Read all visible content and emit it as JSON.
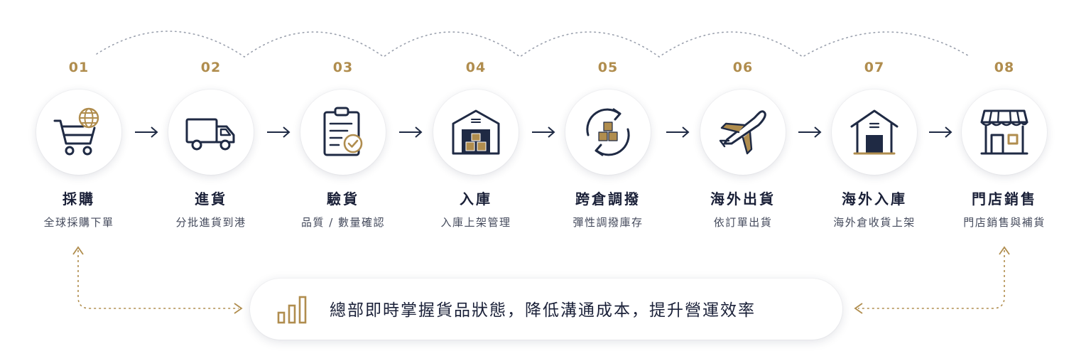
{
  "steps": [
    {
      "num": "01",
      "title": "採購",
      "sub": "全球採購下單",
      "icon": "cart-globe-icon"
    },
    {
      "num": "02",
      "title": "進貨",
      "sub": "分批進貨到港",
      "icon": "truck-icon"
    },
    {
      "num": "03",
      "title": "驗貨",
      "sub": "品質 / 數量確認",
      "icon": "clipboard-check-icon"
    },
    {
      "num": "04",
      "title": "入庫",
      "sub": "入庫上架管理",
      "icon": "warehouse-icon"
    },
    {
      "num": "05",
      "title": "跨倉調撥",
      "sub": "彈性調撥庫存",
      "icon": "transfer-boxes-icon"
    },
    {
      "num": "06",
      "title": "海外出貨",
      "sub": "依訂單出貨",
      "icon": "airplane-icon"
    },
    {
      "num": "07",
      "title": "海外入庫",
      "sub": "海外倉收貨上架",
      "icon": "overseas-warehouse-icon"
    },
    {
      "num": "08",
      "title": "門店銷售",
      "sub": "門店銷售與補貨",
      "icon": "storefront-icon"
    }
  ],
  "summary": {
    "text": "總部即時掌握貨品狀態，降低溝通成本，提升營運效率",
    "icon": "bar-chart-icon"
  },
  "colors": {
    "navy": "#1f2a44",
    "gold": "#b08d4e",
    "dots": "#9aa0ad"
  }
}
